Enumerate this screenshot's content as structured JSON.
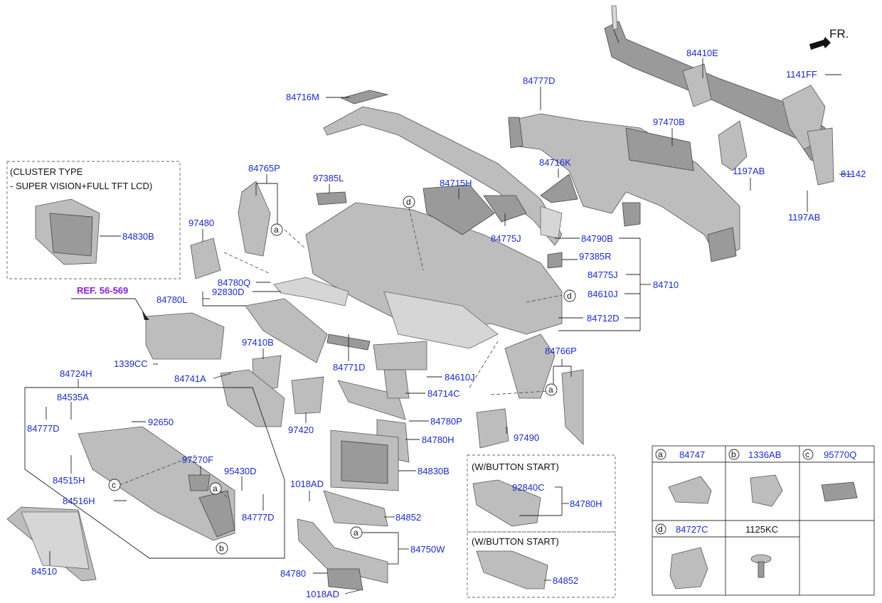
{
  "header": {
    "fr_label": "FR."
  },
  "parts": {
    "p84410E": "84410E",
    "p1141FF": "1141FF",
    "p84777D_top": "84777D",
    "p97470B": "97470B",
    "p81142": "81142",
    "p1197AB_1": "1197AB",
    "p1197AB_2": "1197AB",
    "p84716M": "84716M",
    "p84716K": "84716K",
    "p84765P": "84765P",
    "p97385L": "97385L",
    "p84715H": "84715H",
    "p97480": "97480",
    "p84775J_1": "84775J",
    "p84790B": "84790B",
    "p97385R": "97385R",
    "p84775J_2": "84775J",
    "p84610J_1": "84610J",
    "p84710": "84710",
    "p84712D": "84712D",
    "p84780Q": "84780Q",
    "p92830D": "92830D",
    "p84780L": "84780L",
    "p84830B_1": "84830B",
    "p1339CC": "1339CC",
    "p97410B": "97410B",
    "p84741A": "84741A",
    "p84771D": "84771D",
    "p84766P": "84766P",
    "p84610J_2": "84610J",
    "p84714C": "84714C",
    "p97420": "97420",
    "p84780P": "84780P",
    "p84724H": "84724H",
    "p84535A": "84535A",
    "p84777D_2": "84777D",
    "p92650": "92650",
    "p97490": "97490",
    "p84780H_1": "84780H",
    "p84830B_2": "84830B",
    "p84515H": "84515H",
    "p97270F": "97270F",
    "p95430D": "95430D",
    "p84516H": "84516H",
    "p84777D_3": "84777D",
    "p1018AD_1": "1018AD",
    "p84852_1": "84852",
    "p84510": "84510",
    "p84750W": "84750W",
    "p84780": "84780",
    "p1018AD_2": "1018AD",
    "p92840C": "92840C",
    "p84780H_2": "84780H",
    "p84852_2": "84852"
  },
  "ref": {
    "label": "REF. 56-569"
  },
  "cluster_box": {
    "line1": "(CLUSTER TYPE",
    "line2": "- SUPER VISION+FULL TFT LCD)"
  },
  "button_box_1": {
    "title": "(W/BUTTON START)"
  },
  "button_box_2": {
    "title": "(W/BUTTON START)"
  },
  "callouts": {
    "a": "a",
    "b": "b",
    "c": "c",
    "d": "d"
  },
  "legend": {
    "cells": [
      {
        "letter": "a",
        "part": "84747"
      },
      {
        "letter": "b",
        "part": "1336AB"
      },
      {
        "letter": "c",
        "part": "95770Q"
      },
      {
        "letter": "d",
        "part": "84727C"
      },
      {
        "letter": "",
        "part": "1125KC"
      }
    ]
  }
}
